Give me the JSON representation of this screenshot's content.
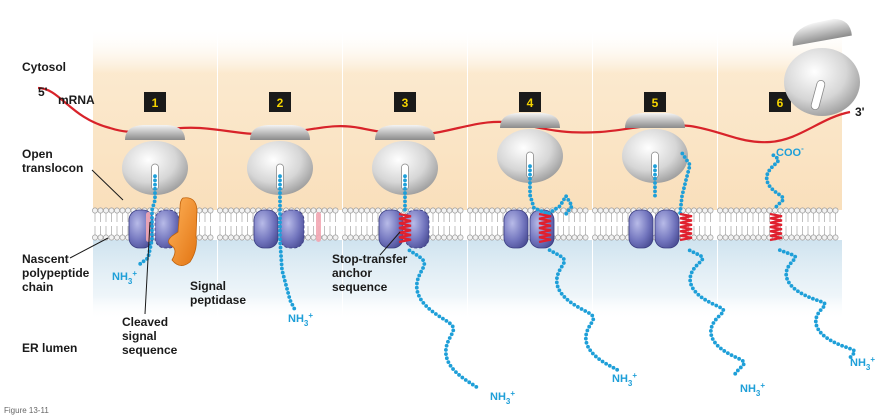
{
  "labels": {
    "cytosol": "Cytosol",
    "five_prime": "5'",
    "mrna": "mRNA",
    "three_prime": "3'",
    "open_translocon_1": "Open",
    "open_translocon_2": "translocon",
    "nascent_1": "Nascent",
    "nascent_2": "polypeptide",
    "nascent_3": "chain",
    "cleaved_1": "Cleaved",
    "cleaved_2": "signal",
    "cleaved_3": "sequence",
    "signal_1": "Signal",
    "signal_2": "peptidase",
    "stop_1": "Stop-transfer",
    "stop_2": "anchor",
    "stop_3": "sequence",
    "er_lumen": "ER lumen",
    "figure": "Figure 13-11"
  },
  "steps": [
    "1",
    "2",
    "3",
    "4",
    "5",
    "6"
  ],
  "termini": {
    "n_terminus_base": "NH",
    "n_terminus_sub": "3",
    "n_terminus_sup": "+",
    "c_terminus_base": "COO",
    "c_terminus_sup": "-"
  },
  "colors": {
    "cytosol_panel": "#fbe7c9",
    "lumen_panel": "#d9e9f2",
    "mrna": "#d8232a",
    "polypeptide": "#1e9fd8",
    "translocon": "#6c6fb3",
    "anchor_helix": "#e0202e",
    "signal_peptidase": "#f08a1c",
    "ribosome": "#d7d7d7",
    "step_badge": "#1a1a1a",
    "step_number": "#f5d400"
  }
}
